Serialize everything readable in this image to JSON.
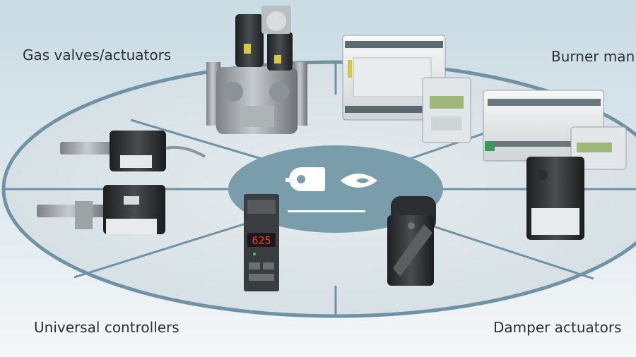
{
  "labels": {
    "gas_valves": "Gas valves/actuators",
    "burner_management": "Burner man",
    "universal_controllers": "Universal controllers",
    "damper_actuators": "Damper actuators"
  },
  "controller_display": "625",
  "colors": {
    "background_top": "#cfdfe6",
    "background_bottom": "#f3f6f8",
    "ring_stroke": "#6f93a2",
    "hub_fill": "#7a9dac",
    "panel_fill": "#e3e7ea"
  },
  "icons": [
    "burner-icon",
    "flame-icon"
  ]
}
